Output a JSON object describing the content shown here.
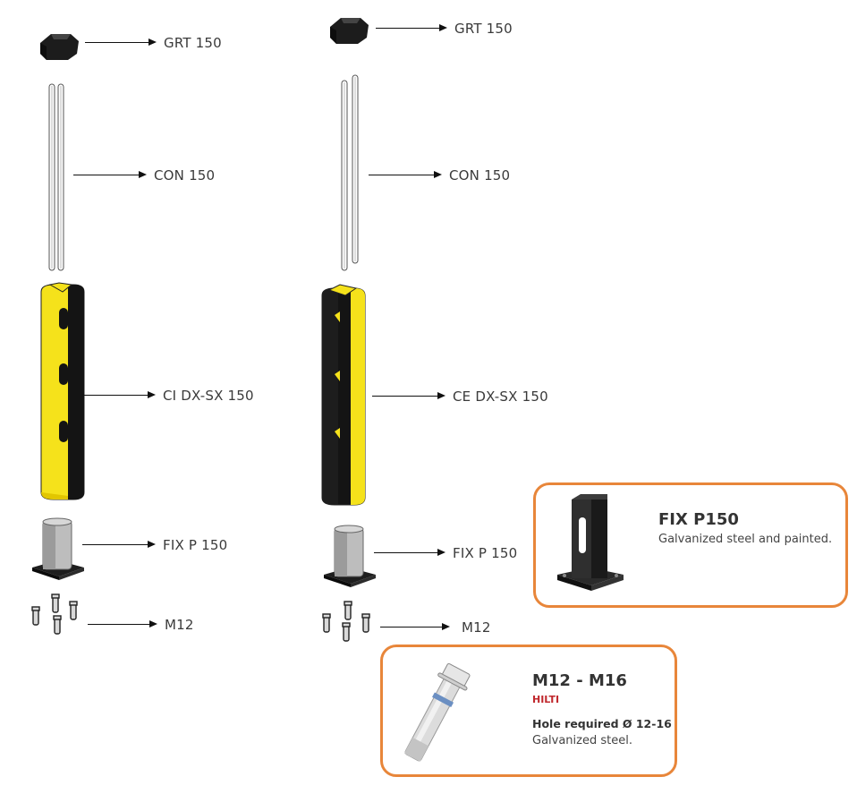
{
  "left_column": {
    "labels": {
      "cap": "GRT 150",
      "connector": "CON 150",
      "column": "CI DX-SX 150",
      "base": "FIX P 150",
      "anchors": "M12"
    }
  },
  "right_column": {
    "labels": {
      "cap": "GRT 150",
      "connector": "CON 150",
      "column": "CE DX-SX 150",
      "base": "FIX P 150",
      "anchors": "M12"
    }
  },
  "fix_card": {
    "title": "FIX P150",
    "description": "Galvanized steel and painted."
  },
  "anchor_card": {
    "title": "M12 - M16",
    "brand": "HILTI",
    "requirement": "Hole required Ø 12-16",
    "description": "Galvanized steel."
  },
  "colors": {
    "accent_border": "#e8863a",
    "column_yellow": "#f5e21b",
    "column_black": "#141414",
    "brand_red": "#c0282d"
  }
}
